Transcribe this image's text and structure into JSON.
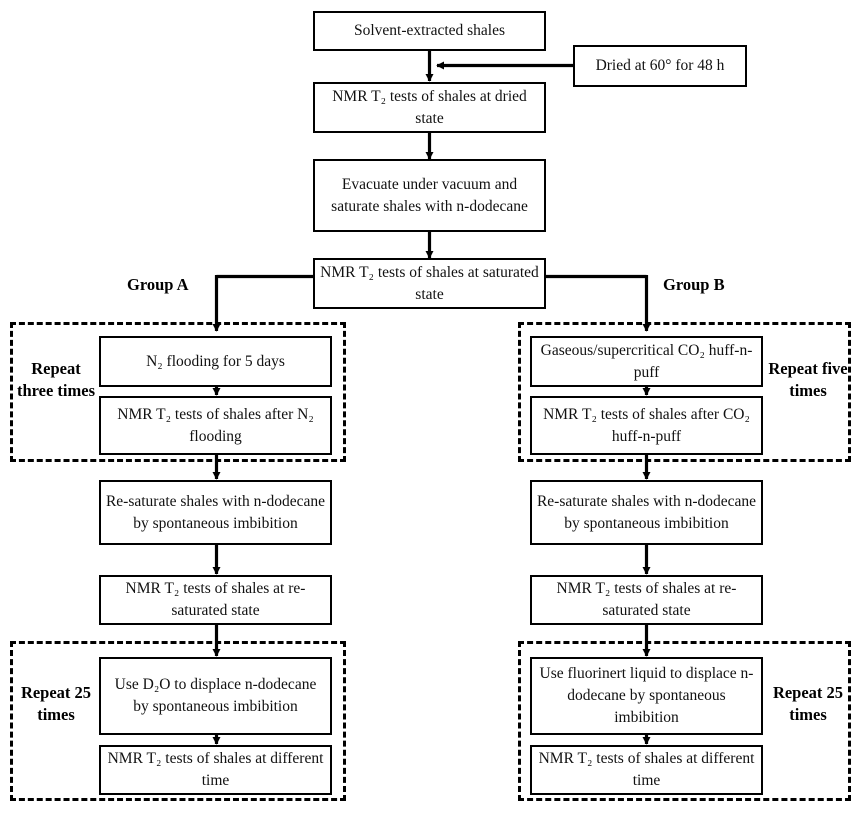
{
  "title": "Experimental workflow flowchart for NMR T2 shale tests",
  "nodes": {
    "solvent_extracted": "Solvent-extracted shales",
    "dried": "Dried at 60° for 48 h",
    "nmr_dried": "NMR T₂ tests of shales at dried state",
    "evacuate": "Evacuate under vacuum and saturate shales with n-dodecane",
    "nmr_saturated": "NMR T₂ tests of shales at saturated state",
    "n2_flooding": "N₂ flooding for 5 days",
    "nmr_after_n2": "NMR T₂ tests of shales after N₂ flooding",
    "co2_huff": "Gaseous/supercritical CO₂ huff-n-puff",
    "nmr_after_co2": "NMR T₂ tests of shales after CO₂ huff-n-puff",
    "resaturate_left": "Re-saturate shales with n-dodecane by spontaneous imbibition",
    "nmr_resaturated_left": "NMR T₂ tests of shales at re-saturated state",
    "resaturate_right": "Re-saturate shales with n-dodecane by spontaneous imbibition",
    "nmr_resaturated_right": "NMR T₂ tests of shales at re-saturated state",
    "d2o_displace": "Use D₂O to displace n-dodecane by spontaneous imbibition",
    "nmr_diff_time_left": "NMR T₂ tests of shales at different time",
    "fluorinert_displace": "Use fluorinert liquid to displace n-dodecane by spontaneous imbibition",
    "nmr_diff_time_right": "NMR T₂ tests of shales at different time"
  },
  "group_labels": {
    "group_a": "Group A",
    "group_b": "Group B"
  },
  "repeat_labels": {
    "three_times": "Repeat three times",
    "five_times": "Repeat five times",
    "left_25": "Repeat 25 times",
    "right_25": "Repeat 25 times"
  },
  "colors": {
    "line": "#000000",
    "box_border": "#000000",
    "background": "#ffffff",
    "text": "#111111"
  }
}
